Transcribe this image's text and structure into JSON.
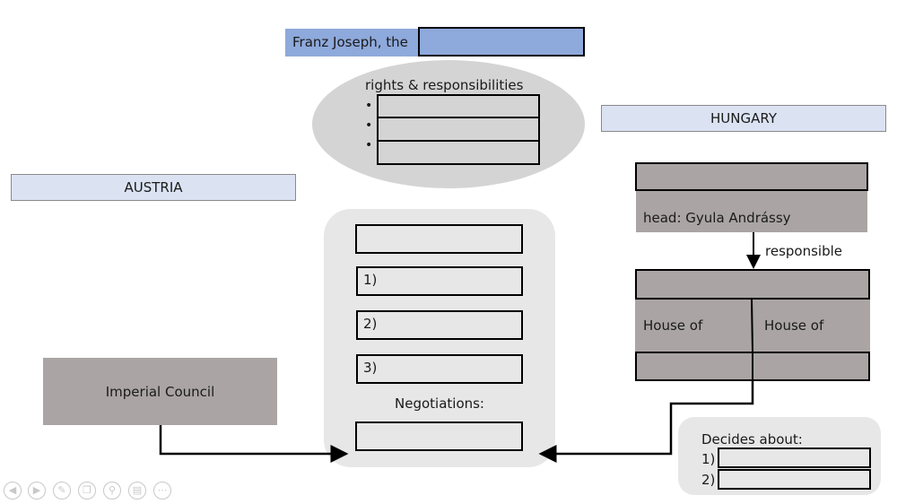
{
  "title": {
    "prefix": "Franz Joseph, the"
  },
  "ellipse": {
    "heading": "rights & responsibilities",
    "bullet": "•"
  },
  "austria": {
    "label": "AUSTRIA",
    "council": "Imperial Council"
  },
  "hungary": {
    "label": "HUNGARY",
    "head": "head: Gyula Andrássy",
    "responsible": "responsible",
    "house_left": "House of",
    "house_right": "House of",
    "decides_title": "Decides about:",
    "decides_items": [
      "1)",
      "2)"
    ]
  },
  "center": {
    "items": [
      "1)",
      "2)",
      "3)"
    ],
    "negotiations": "Negotiations:"
  },
  "toolbar": {
    "icons": [
      "prev-icon",
      "play-icon",
      "pen-icon",
      "copy-icon",
      "zoom-icon",
      "subtitle-icon",
      "more-icon"
    ]
  }
}
